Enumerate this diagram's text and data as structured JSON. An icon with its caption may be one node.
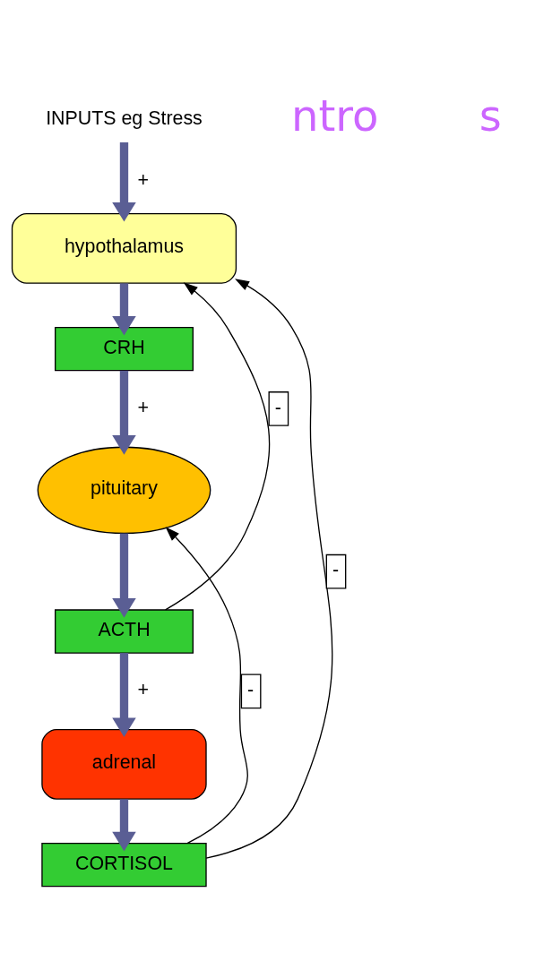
{
  "diagram": {
    "nodes": [
      {
        "text": [
          "INPUTS eg Stress"
        ]
      },
      {
        "text": [
          "hypothalamus"
        ]
      },
      {
        "text": [
          "CRH"
        ]
      },
      {
        "text": [
          "pituitary"
        ]
      },
      {
        "text": [
          "ACTH"
        ]
      },
      {
        "text": [
          "adrenal"
        ]
      },
      {
        "text": [
          "CORTISOL"
        ]
      }
    ],
    "edges": [
      {
        "from": 0,
        "to": 1,
        "arrow": "to",
        "label": "+"
      },
      {
        "from": 1,
        "to": 2,
        "arrow": "to"
      },
      {
        "from": 2,
        "to": 3,
        "arrow": "to",
        "label": "+"
      },
      {
        "from": 3,
        "to": 4,
        "arrow": "to"
      },
      {
        "from": 4,
        "to": 5,
        "arrow": "to",
        "label": "+"
      },
      {
        "from": 5,
        "to": 6,
        "arrow": "to"
      },
      {
        "from": 4,
        "to": 1,
        "arrow": "to",
        "label": "-",
        "color": "#000000"
      },
      {
        "from": 6,
        "to": 3,
        "arrow": "to",
        "label": "-",
        "color": "#000000"
      },
      {
        "from": 6,
        "to": 1,
        "arrow": "to",
        "label": "-",
        "color": "#000000"
      }
    ],
    "labels": [
      "ntro",
      "s"
    ]
  }
}
